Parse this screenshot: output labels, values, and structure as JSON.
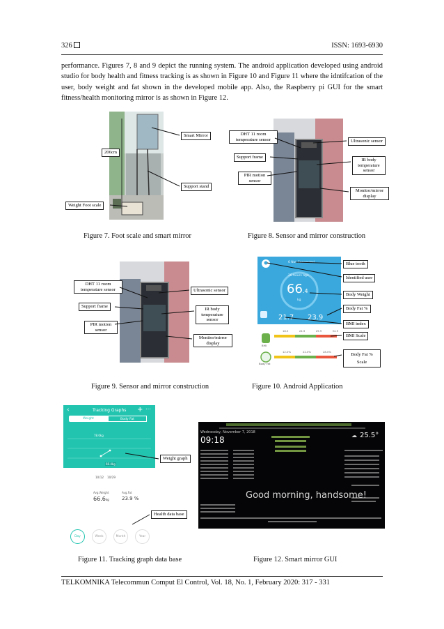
{
  "header": {
    "page_number": "326",
    "issn": "ISSN: 1693-6930"
  },
  "intro_text": "performance. Figures 7, 8 and 9 depict the running system. The android application developed using android studio for body health and fitness tracking is as shown in Figure 10 and Figure 11 where the idntifcation of the user, body weight and fat shown in the developed mobile app. Also, the Raspberry pi GUI for the smart fitness/health monitoring mirror is as shown in Figure 12.",
  "figures": {
    "fig7": {
      "caption": "Figure 7. Foot scale and smart mirror",
      "labels": {
        "smart_mirror": "Smart Mirror",
        "height": "206cm",
        "support_stand": "Support stand",
        "weight_scale": "Weight Foot scale"
      }
    },
    "fig8": {
      "caption": "Figure 8. Sensor and mirror construction",
      "labels": {
        "dht": "DHT 11 room temperature sensor",
        "ultrasonic": "Ultrasonic sensor",
        "support_frame": "Support frame",
        "ir": "IR body temperature sensor",
        "pir": "PIR motion sensor",
        "monitor": "Monitor/mirror display"
      }
    },
    "fig9": {
      "caption": "Figure 9. Sensor and mirror construction",
      "labels": {
        "dht": "DHT 11 room temperature sensor",
        "ultrasonic": "Ultrasonic sensor",
        "support_frame": "Support frame",
        "ir": "IR body temperature sensor",
        "pir": "PIR motion sensor",
        "monitor": "Monitor/mirror display"
      }
    },
    "fig10": {
      "caption": "Figure 10. Android Application",
      "labels": {
        "bluetooth": "Blue tooth",
        "identified_user": "Identified user",
        "body_weight": "Body Weight",
        "body_fat": "Body Fat %",
        "bmi_index": "BMI index",
        "bmi_scale": "BMI Scale",
        "body_fat_scale": "Body Fat % Scale"
      },
      "app": {
        "status": "6 Not Connected",
        "time_ago": "20 hours ago",
        "weight": "66",
        "weight_dec": ".4",
        "unit": "kg",
        "bmi": "21.7",
        "fat": "23.9",
        "bmi_ticks": [
          "18.5",
          "24.9",
          "29.9",
          "34.9"
        ],
        "fat_ticks": [
          "12.0%",
          "22.0%",
          "28.0%"
        ],
        "bmi_label": "BMI",
        "fat_label": "Body Fat"
      }
    },
    "fig11": {
      "caption": "Figure 11. Tracking graph data base",
      "labels": {
        "weight_graph": "Weight graph",
        "health_db": "Health data base"
      },
      "app": {
        "title": "Tracking Graphs",
        "tab_weight": "Weight",
        "tab_fat": "Body Fat",
        "y_label": "78.0kg",
        "point_label": "66.4kg",
        "x_dates": [
          "10/12",
          "10/29"
        ],
        "avg_weight_label": "Avg.Weight",
        "avg_weight": "66.6",
        "avg_weight_unit": "kg",
        "avg_fat_label": "Avg.Fat",
        "avg_fat": "23.9 %",
        "periods": [
          "Day",
          "Week",
          "Month",
          "Year"
        ]
      }
    },
    "fig12": {
      "caption": "Figure 12. Smart mirror GUI",
      "gui": {
        "date": "Wednesday, November 7, 2018",
        "time": "09:18",
        "temp": "25.5°",
        "greeting": "Good morning, handsome!"
      }
    }
  },
  "footer": "TELKOMNIKA Telecommun Comput El Control, Vol. 18, No. 1, February 2020:  317 - 331"
}
